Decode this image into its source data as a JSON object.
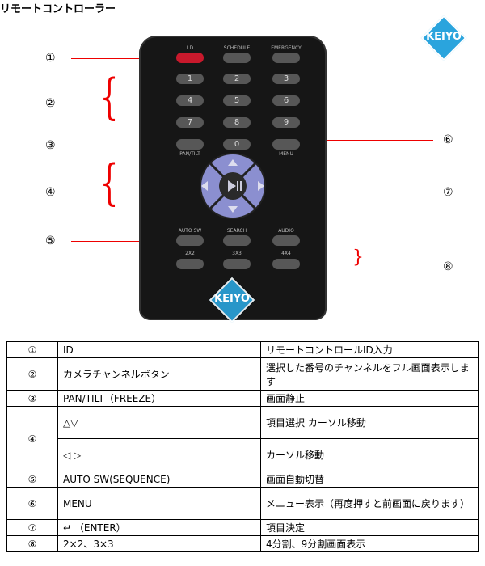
{
  "title": "リモートコントローラー",
  "logo_text": "KEIYO",
  "callouts": [
    "①",
    "②",
    "③",
    "④",
    "⑤",
    "⑥",
    "⑦",
    "⑧"
  ],
  "remote": {
    "id_label": "I.D",
    "schedule_label": "SCHEDULE",
    "emergency_label": "EMERGENCY",
    "digits": [
      "1",
      "2",
      "3",
      "4",
      "5",
      "6",
      "7",
      "8",
      "9",
      "0"
    ],
    "pan_tilt_label": "PAN/TILT",
    "menu_label": "MENU",
    "auto_sw_label": "AUTO SW",
    "search_label": "SEARCH",
    "audio_label": "AUDIO",
    "split_labels": [
      "2X2",
      "3X3",
      "4X4"
    ]
  },
  "table": [
    {
      "num": "①",
      "item": "ID",
      "desc": "リモートコントロールID入力"
    },
    {
      "num": "②",
      "item": "カメラチャンネルボタン",
      "desc": "選択した番号のチャンネルをフル画面表示します"
    },
    {
      "num": "③",
      "item": "PAN/TILT（FREEZE）",
      "desc": "画面静止"
    },
    {
      "num": "④",
      "item": "△▽",
      "desc": "項目選択 カーソル移動"
    },
    {
      "num": "",
      "item": "◁ ▷",
      "desc": "カーソル移動"
    },
    {
      "num": "⑤",
      "item": "AUTO SW(SEQUENCE)",
      "desc": "画面自動切替"
    },
    {
      "num": "⑥",
      "item": "MENU",
      "desc": "メニュー表示（再度押すと前画面に戻ります）"
    },
    {
      "num": "⑦",
      "item": "↵ （ENTER）",
      "desc": "項目決定"
    },
    {
      "num": "⑧",
      "item": "2×2、3×3",
      "desc": "4分割、9分割画面表示"
    }
  ]
}
